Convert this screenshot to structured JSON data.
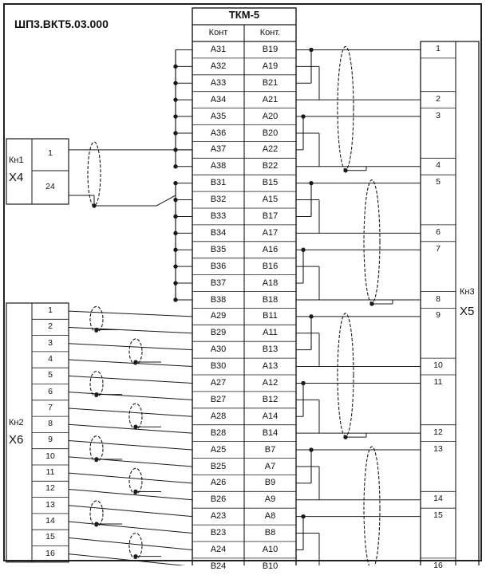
{
  "title": "ШП3.ВКТ5.03.000",
  "tkm": {
    "title": "ТКМ-5",
    "col1_header": "Конт",
    "col2_header": "Конт.",
    "rows": [
      [
        "A31",
        "B19"
      ],
      [
        "A32",
        "A19"
      ],
      [
        "A33",
        "B21"
      ],
      [
        "A34",
        "A21"
      ],
      [
        "A35",
        "A20"
      ],
      [
        "A36",
        "B20"
      ],
      [
        "A37",
        "A22"
      ],
      [
        "A38",
        "B22"
      ],
      [
        "B31",
        "B15"
      ],
      [
        "B32",
        "A15"
      ],
      [
        "B33",
        "B17"
      ],
      [
        "B34",
        "A17"
      ],
      [
        "B35",
        "A16"
      ],
      [
        "B36",
        "B16"
      ],
      [
        "B37",
        "A18"
      ],
      [
        "B38",
        "B18"
      ],
      [
        "A29",
        "B11"
      ],
      [
        "B29",
        "A11"
      ],
      [
        "A30",
        "B13"
      ],
      [
        "B30",
        "A13"
      ],
      [
        "A27",
        "A12"
      ],
      [
        "B27",
        "B12"
      ],
      [
        "A28",
        "A14"
      ],
      [
        "B28",
        "B14"
      ],
      [
        "A25",
        "B7"
      ],
      [
        "B25",
        "A7"
      ],
      [
        "A26",
        "B9"
      ],
      [
        "B26",
        "A9"
      ],
      [
        "A23",
        "A8"
      ],
      [
        "B23",
        "B8"
      ],
      [
        "A24",
        "A10"
      ],
      [
        "B24",
        "B10"
      ]
    ]
  },
  "x4": {
    "kn": "Кн1",
    "name": "X4",
    "pins": [
      "1",
      "24"
    ]
  },
  "x5": {
    "kn": "Кн3",
    "name": "X5",
    "pins": [
      "1",
      "",
      "",
      "2",
      "3",
      "",
      "",
      "4",
      "5",
      "",
      "",
      "6",
      "7",
      "",
      "",
      "8",
      "9",
      "",
      "",
      "10",
      "11",
      "",
      "",
      "12",
      "13",
      "",
      "",
      "14",
      "15",
      "",
      "",
      "16"
    ]
  },
  "x6": {
    "kn": "Кн2",
    "name": "X6",
    "pins": [
      "1",
      "2",
      "3",
      "4",
      "5",
      "6",
      "7",
      "8",
      "9",
      "10",
      "11",
      "12",
      "13",
      "14",
      "15",
      "16"
    ]
  }
}
